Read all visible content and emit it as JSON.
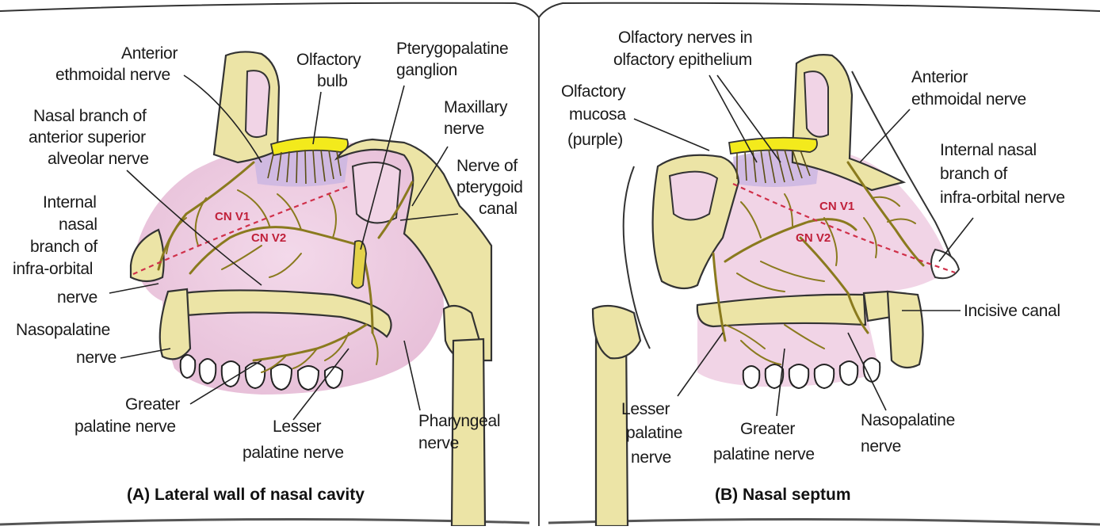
{
  "panel_a": {
    "caption": "(A) Lateral wall of nasal cavity",
    "labels": {
      "anterior_ethmoidal_l1": "Anterior",
      "anterior_ethmoidal_l2": "ethmoidal nerve",
      "olfactory_bulb_l1": "Olfactory",
      "olfactory_bulb_l2": "bulb",
      "pterygopalatine_l1": "Pterygopalatine",
      "pterygopalatine_l2": "ganglion",
      "maxillary_l1": "Maxillary",
      "maxillary_l2": "nerve",
      "nasal_branch_l1": "Nasal branch of",
      "nasal_branch_l2": "anterior superior",
      "nasal_branch_l3": "alveolar nerve",
      "pterygoid_l1": "Nerve of",
      "pterygoid_l2": "pterygoid",
      "pterygoid_l3": "canal",
      "internal_nasal_l1": "Internal",
      "internal_nasal_l2": "nasal",
      "internal_nasal_l3": "branch of",
      "internal_nasal_l4": "infra-orbital",
      "internal_nasal_l5": "nerve",
      "nasopalatine_l1": "Nasopalatine",
      "nasopalatine_l2": "nerve",
      "greater_palatine_l1": "Greater",
      "greater_palatine_l2": "palatine nerve",
      "lesser_palatine_l1": "Lesser",
      "lesser_palatine_l2": "palatine nerve",
      "pharyngeal_l1": "Pharyngeal",
      "pharyngeal_l2": "nerve",
      "cn_v1": "CN V1",
      "cn_v2": "CN V2"
    }
  },
  "panel_b": {
    "caption": "(B) Nasal septum",
    "labels": {
      "olfactory_nerves_l1": "Olfactory nerves in",
      "olfactory_nerves_l2": "olfactory epithelium",
      "olfactory_mucosa_l1": "Olfactory",
      "olfactory_mucosa_l2": "mucosa",
      "olfactory_mucosa_l3": "(purple)",
      "anterior_ethmoidal_l1": "Anterior",
      "anterior_ethmoidal_l2": "ethmoidal nerve",
      "internal_nasal_l1": "Internal nasal",
      "internal_nasal_l2": "branch of",
      "internal_nasal_l3": "infra-orbital nerve",
      "incisive_canal": "Incisive canal",
      "lesser_palatine_l1": "Lesser",
      "lesser_palatine_l2": "palatine",
      "lesser_palatine_l3": "nerve",
      "greater_palatine_l1": "Greater",
      "greater_palatine_l2": "palatine nerve",
      "nasopalatine_l1": "Nasopalatine",
      "nasopalatine_l2": "nerve",
      "cn_v1": "CN V1",
      "cn_v2": "CN V2"
    }
  },
  "colors": {
    "mucosa": "#f1d4e6",
    "olfactory_epithelium": "#c9b4e0",
    "bulb": "#f3ea1c",
    "bone": "#ece4a6",
    "nerve": "#8a7a1e",
    "division_line": "#d0304a",
    "incisive_canal": "#e8a58a"
  }
}
